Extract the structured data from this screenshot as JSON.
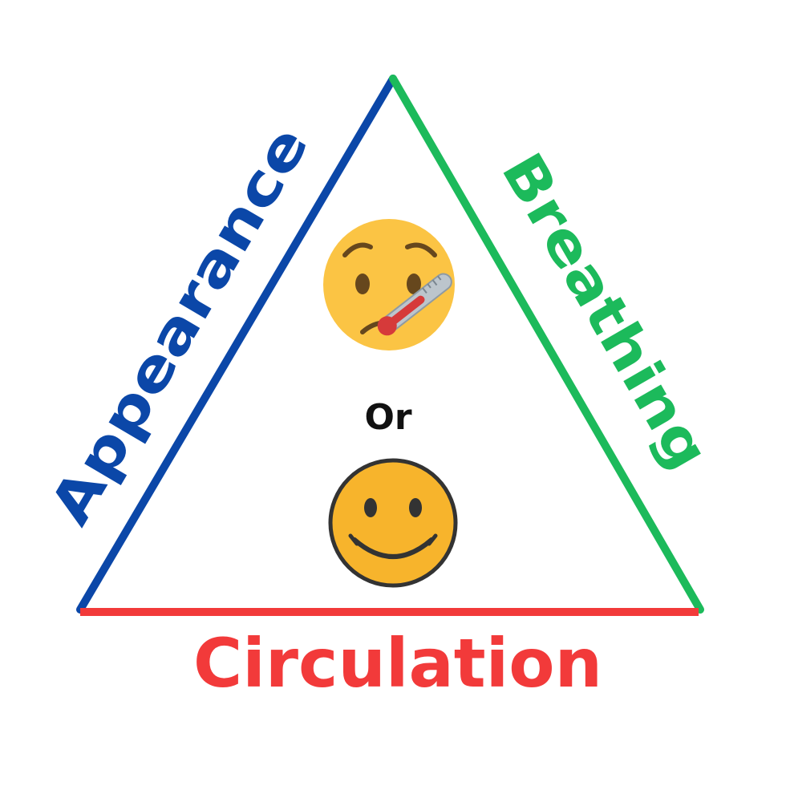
{
  "diagram": {
    "sides": {
      "left": {
        "label": "Appearance",
        "color": "#0b47a8"
      },
      "right": {
        "label": "Breathing",
        "color": "#1cba5b"
      },
      "bottom": {
        "label": "Circulation",
        "color": "#f23a3a"
      }
    },
    "center": {
      "top_icon": "face-with-thermometer-icon",
      "connector": "Or",
      "bottom_icon": "smiling-face-icon"
    },
    "colors": {
      "emoji_face": "#fbc444",
      "emoji_feature": "#66471d",
      "smiley_face": "#f7b42c",
      "smiley_outline": "#333333",
      "thermometer_red": "#d63a3a",
      "thermometer_gray": "#bcc5cc"
    }
  }
}
